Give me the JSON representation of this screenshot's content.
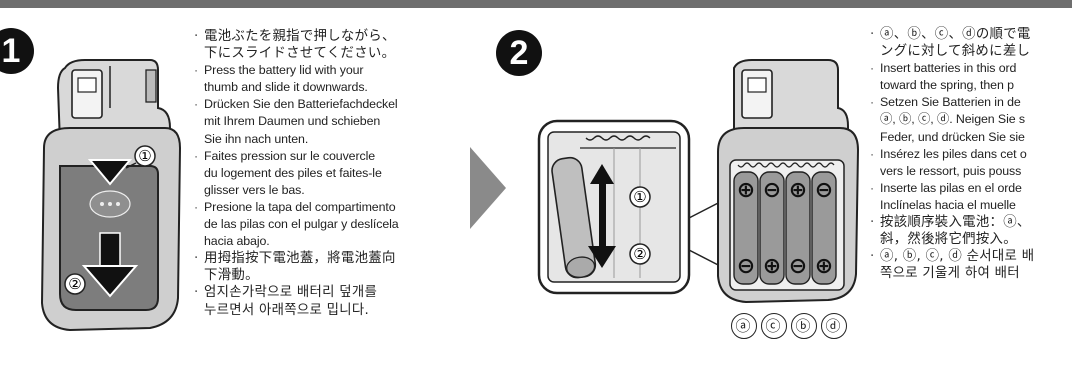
{
  "steps": [
    {
      "number": "1"
    },
    {
      "number": "2"
    }
  ],
  "step1_text": [
    [
      "電池ぶたを親指で押しながら、",
      "下にスライドさせてください。"
    ],
    [
      "Press the battery lid with your",
      "thumb and slide it downwards."
    ],
    [
      "Drücken Sie den Batteriefachdeckel",
      "mit Ihrem Daumen und schieben",
      "Sie ihn nach unten."
    ],
    [
      "Faites pression sur le couvercle",
      "du logement des piles et faites-le",
      "glisser vers le bas."
    ],
    [
      "Presione la tapa del compartimento",
      "de las pilas con el pulgar y deslícela",
      "hacia abajo."
    ],
    [
      "用拇指按下電池蓋，將電池蓋向",
      "下滑動。"
    ],
    [
      "엄지손가락으로 배터리 덮개를",
      "누르면서 아래쪽으로 밉니다."
    ]
  ],
  "step2_text": [
    [
      "ⓐ、ⓑ、ⓒ、ⓓの順で電",
      "ングに対して斜めに差し"
    ],
    [
      "Insert batteries in this ord",
      "toward the spring, then p"
    ],
    [
      "Setzen Sie Batterien in de",
      "ⓐ, ⓑ, ⓒ, ⓓ. Neigen Sie s",
      "Feder, und drücken Sie sie"
    ],
    [
      "Insérez les piles dans cet o",
      "vers le ressort, puis pouss"
    ],
    [
      "Inserte las pilas en el orde",
      "Inclínelas hacia el muelle"
    ],
    [
      "按該順序裝入電池：ⓐ、",
      "斜，然後將它們按入。"
    ],
    [
      "ⓐ, ⓑ, ⓒ, ⓓ 순서대로 배",
      "쪽으로 기울게 하여 배터"
    ]
  ],
  "step1_figure": {
    "arrow1": "①",
    "arrow2": "②"
  },
  "step2_figure": {
    "arrow1": "①",
    "arrow2": "②"
  },
  "polarity": [
    "⊕",
    "⊖",
    "⊕",
    "⊖",
    "⊖",
    "⊕",
    "⊖",
    "⊕"
  ],
  "order": [
    "ⓐ",
    "ⓒ",
    "ⓑ",
    "ⓓ"
  ],
  "colors": {
    "bar": "#6e6e6e",
    "grip_fill": "#cfcfcf",
    "lid_fill": "#7d7d7d",
    "arrow_next": "#8a8a8a"
  }
}
